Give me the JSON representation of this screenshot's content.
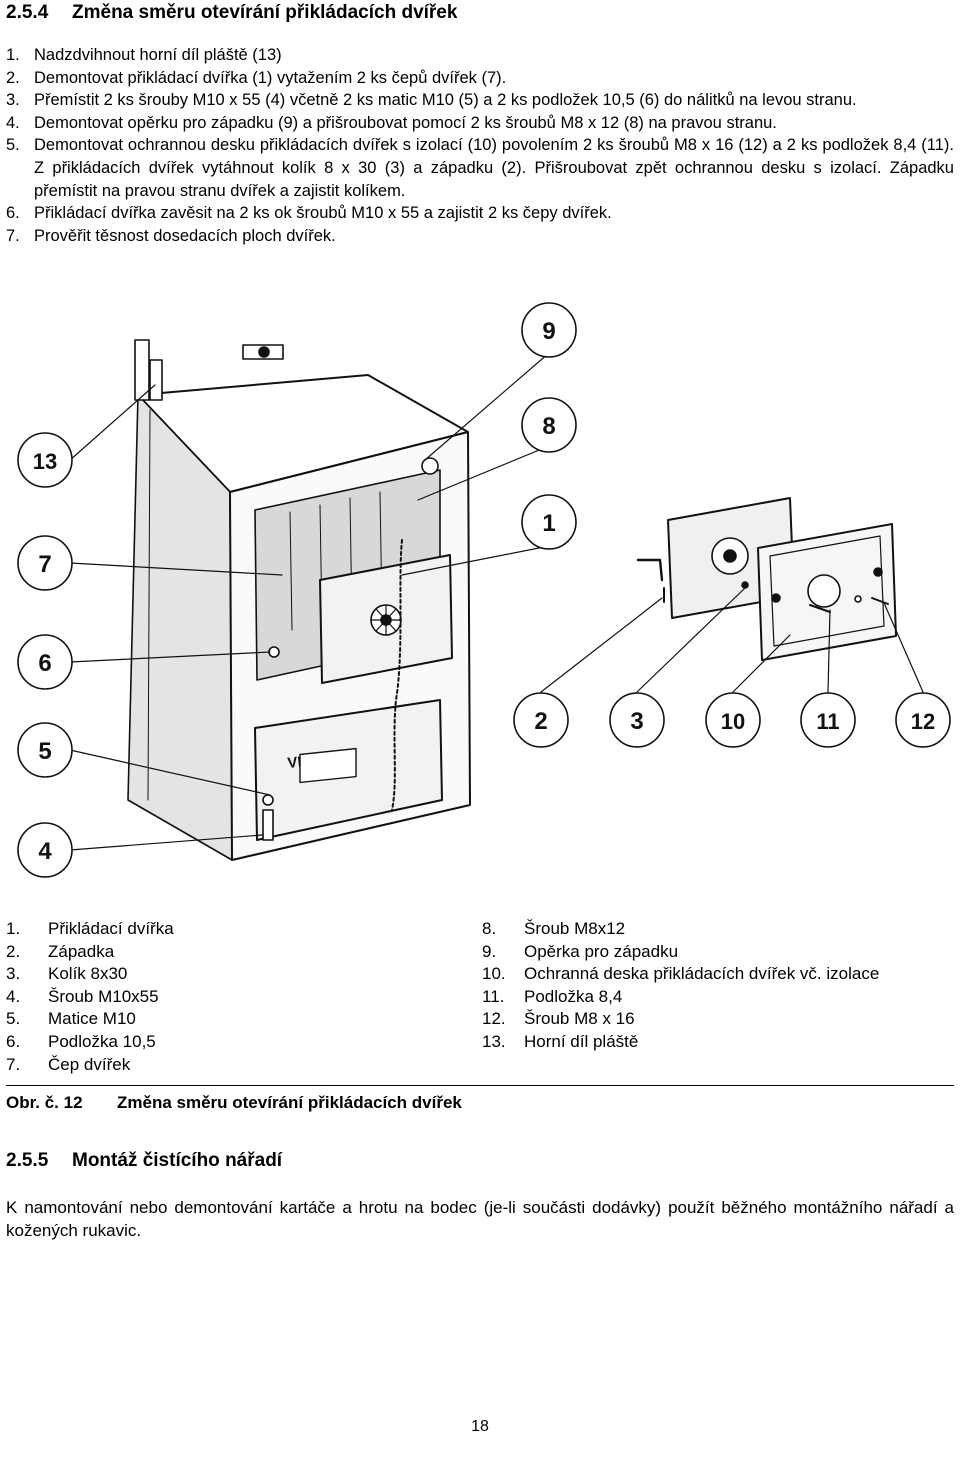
{
  "section_1": {
    "number": "2.5.4",
    "title": "Změna směru otevírání přikládacích dvířek"
  },
  "steps": [
    {
      "n": "1.",
      "text": "Nadzdvihnout horní díl pláště (13)"
    },
    {
      "n": "2.",
      "text": "Demontovat přikládací dvířka (1) vytažením 2 ks čepů dvířek (7)."
    },
    {
      "n": "3.",
      "text": "Přemístit 2 ks šrouby M10 x 55 (4) včetně 2 ks matic M10 (5) a 2 ks podložek 10,5 (6) do nálitků na levou stranu."
    },
    {
      "n": "4.",
      "text": "Demontovat opěrku pro západku (9) a přišroubovat pomocí 2 ks šroubů M8 x 12 (8) na pravou stranu."
    },
    {
      "n": "5.",
      "text": "Demontovat ochrannou desku přikládacích dvířek s izolací (10) povolením 2 ks šroubů M8 x 16 (12) a 2 ks podložek 8,4 (11). Z přikládacích dvířek vytáhnout kolík 8 x 30 (3) a západku (2). Přišroubovat zpět ochrannou desku s izolací. Západku přemístit na pravou stranu dvířek a zajistit kolíkem."
    },
    {
      "n": "6.",
      "text": "Přikládací dvířka zavěsit na 2 ks ok šroubů M10 x 55 a zajistit 2 ks čepy dvířek."
    },
    {
      "n": "7.",
      "text": "Prověřit těsnost dosedacích ploch dvířek."
    }
  ],
  "figure": {
    "callouts": [
      "9",
      "8",
      "1",
      "13",
      "7",
      "6",
      "5",
      "4",
      "2",
      "3",
      "10",
      "11",
      "12"
    ],
    "brand": "VIADRUS"
  },
  "legend_left": [
    {
      "n": "1.",
      "text": "Přikládací dvířka"
    },
    {
      "n": "2.",
      "text": "Západka"
    },
    {
      "n": "3.",
      "text": "Kolík 8x30"
    },
    {
      "n": "4.",
      "text": "Šroub M10x55"
    },
    {
      "n": "5.",
      "text": "Matice M10"
    },
    {
      "n": "6.",
      "text": "Podložka 10,5"
    },
    {
      "n": "7.",
      "text": "Čep dvířek"
    }
  ],
  "legend_right": [
    {
      "n": "8.",
      "text": "Šroub M8x12"
    },
    {
      "n": "9.",
      "text": "Opěrka pro západku"
    },
    {
      "n": "10.",
      "text": "Ochranná deska přikládacích dvířek vč. izolace"
    },
    {
      "n": "11.",
      "text": "Podložka 8,4"
    },
    {
      "n": "12.",
      "text": "Šroub M8 x 16"
    },
    {
      "n": "13.",
      "text": "Horní díl pláště"
    }
  ],
  "caption": {
    "label": "Obr. č. 12",
    "text": "Změna směru otevírání přikládacích dvířek"
  },
  "section_2": {
    "number": "2.5.5",
    "title": "Montáž čistícího nářadí"
  },
  "paragraph": "K namontování nebo demontování kartáče a hrotu na bodec (je-li součásti dodávky) použít běžného montážního nářadí a kožených rukavic.",
  "page_number": "18"
}
